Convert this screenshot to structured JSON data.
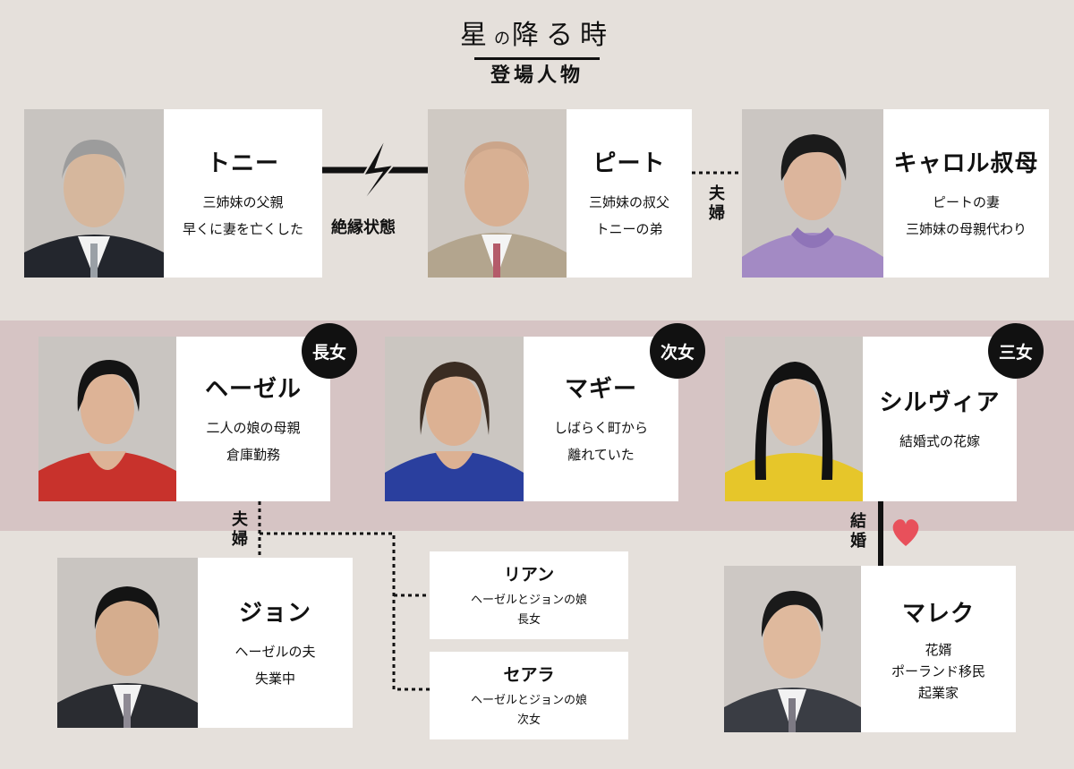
{
  "header": {
    "logo_title_main": "星",
    "logo_title_small": "の",
    "logo_title_rest": "降る時",
    "subtitle": "登場人物"
  },
  "characters": {
    "tony": {
      "name": "トニー",
      "desc": [
        "三姉妹の父親",
        "早くに妻を亡くした"
      ]
    },
    "pete": {
      "name": "ピート",
      "desc": [
        "三姉妹の叔父",
        "トニーの弟"
      ]
    },
    "carol": {
      "name": "キャロル叔母",
      "desc": [
        "ピートの妻",
        "三姉妹の母親代わり"
      ]
    },
    "hazel": {
      "name": "ヘーゼル",
      "badge": "長女",
      "desc": [
        "二人の娘の母親",
        "倉庫勤務"
      ]
    },
    "maggie": {
      "name": "マギー",
      "badge": "次女",
      "desc": [
        "しばらく町から",
        "離れていた"
      ]
    },
    "sylvia": {
      "name": "シルヴィア",
      "badge": "三女",
      "desc": [
        "結婚式の花嫁"
      ]
    },
    "john": {
      "name": "ジョン",
      "desc": [
        "ヘーゼルの夫",
        "失業中"
      ]
    },
    "marek": {
      "name": "マレク",
      "desc": [
        "花婿",
        "ポーランド移民",
        "起業家"
      ]
    },
    "rian": {
      "name": "リアン",
      "desc": [
        "ヘーゼルとジョンの娘",
        "長女"
      ]
    },
    "seara": {
      "name": "セアラ",
      "desc": [
        "ヘーゼルとジョンの娘",
        "次女"
      ]
    }
  },
  "relations": {
    "estranged": "絶縁状態",
    "couple_pete_carol": [
      "夫",
      "婦"
    ],
    "couple_hazel_john": [
      "夫",
      "婦"
    ],
    "marriage_sylvia_marek": [
      "結",
      "婚"
    ]
  },
  "colors": {
    "background": "#e5e0db",
    "band": "#d6c4c4",
    "heart": "#e8505b",
    "lightning": "#111111"
  },
  "icons": {
    "estranged": "lightning-bolt-icon",
    "marriage": "heart-icon"
  }
}
